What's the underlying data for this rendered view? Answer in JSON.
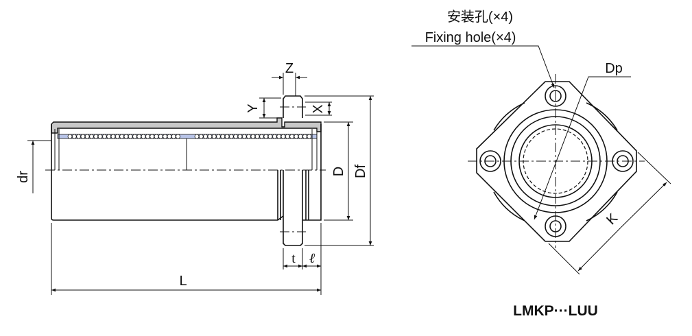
{
  "side_view": {
    "labels": {
      "Z": "Z",
      "Y": "Y",
      "X": "X",
      "D": "D",
      "Df": "Df",
      "dr": "dr",
      "t": "t",
      "l": "ℓ",
      "L": "L"
    }
  },
  "front_view": {
    "fixing_hole_cn": "安装孔(×4)",
    "fixing_hole_en": "Fixing hole(×4)",
    "Dp": "Dp",
    "K": "K"
  },
  "title": "LMKP···LUU",
  "colors": {
    "housing": "#c8c8c8",
    "retainer": "#b8c4e8",
    "line": "#111111"
  }
}
